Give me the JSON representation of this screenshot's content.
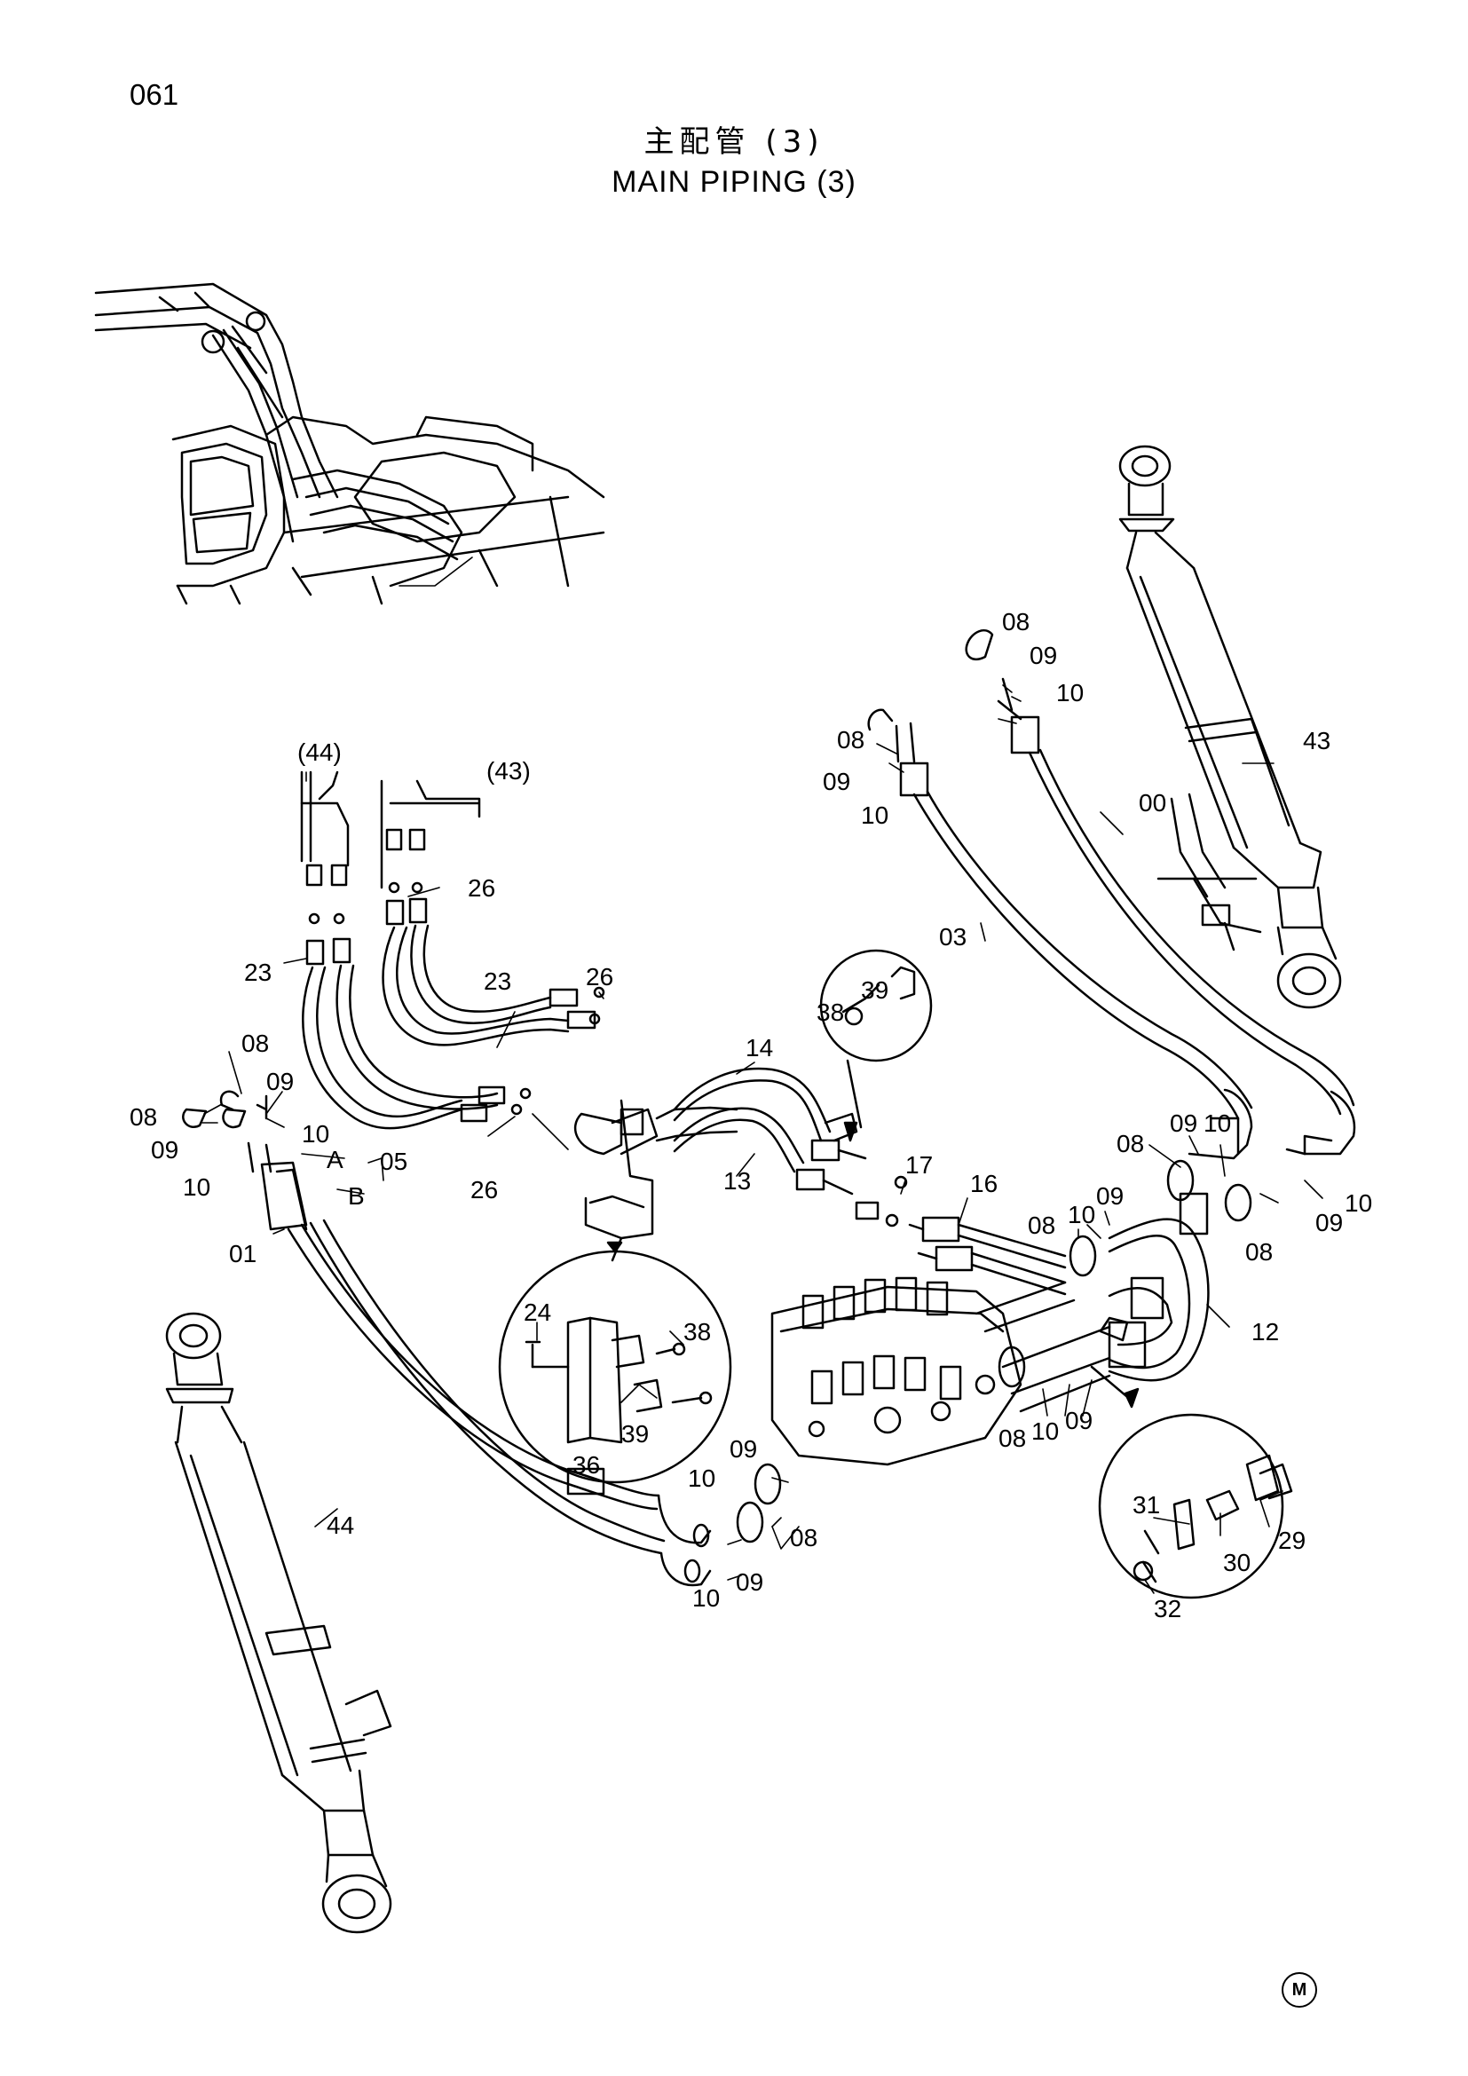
{
  "page_number": "061",
  "title_cn": "主配管 (3)",
  "title_en": "MAIN PIPING (3)",
  "watermark": "M",
  "part_labels": [
    {
      "id": "lbl-44-ref",
      "text": "(44)"
    },
    {
      "id": "lbl-43-ref",
      "text": "(43)"
    },
    {
      "id": "lbl-26-a",
      "text": "26"
    },
    {
      "id": "lbl-23-a",
      "text": "23"
    },
    {
      "id": "lbl-23-b",
      "text": "23"
    },
    {
      "id": "lbl-26-b",
      "text": "26"
    },
    {
      "id": "lbl-26-c",
      "text": "26"
    },
    {
      "id": "lbl-08-a",
      "text": "08"
    },
    {
      "id": "lbl-08-b",
      "text": "08"
    },
    {
      "id": "lbl-09-a",
      "text": "09"
    },
    {
      "id": "lbl-09-b",
      "text": "09"
    },
    {
      "id": "lbl-10-a",
      "text": "10"
    },
    {
      "id": "lbl-10-b",
      "text": "10"
    },
    {
      "id": "lbl-A",
      "text": "A"
    },
    {
      "id": "lbl-B",
      "text": "B"
    },
    {
      "id": "lbl-05",
      "text": "05"
    },
    {
      "id": "lbl-01",
      "text": "01"
    },
    {
      "id": "lbl-08-c",
      "text": "08"
    },
    {
      "id": "lbl-09-c",
      "text": "09"
    },
    {
      "id": "lbl-10-c",
      "text": "10"
    },
    {
      "id": "lbl-08-d",
      "text": "08"
    },
    {
      "id": "lbl-09-d",
      "text": "09"
    },
    {
      "id": "lbl-10-d",
      "text": "10"
    },
    {
      "id": "lbl-00",
      "text": "00"
    },
    {
      "id": "lbl-03",
      "text": "03"
    },
    {
      "id": "lbl-43",
      "text": "43"
    },
    {
      "id": "lbl-39-a",
      "text": "39"
    },
    {
      "id": "lbl-38-a",
      "text": "38"
    },
    {
      "id": "lbl-14",
      "text": "14"
    },
    {
      "id": "lbl-13",
      "text": "13"
    },
    {
      "id": "lbl-17",
      "text": "17"
    },
    {
      "id": "lbl-16",
      "text": "16"
    },
    {
      "id": "lbl-08-e",
      "text": "08"
    },
    {
      "id": "lbl-09-e",
      "text": "09"
    },
    {
      "id": "lbl-10-e",
      "text": "10"
    },
    {
      "id": "lbl-09-f",
      "text": "09"
    },
    {
      "id": "lbl-10-f",
      "text": "10"
    },
    {
      "id": "lbl-08-f",
      "text": "08"
    },
    {
      "id": "lbl-08-g",
      "text": "08"
    },
    {
      "id": "lbl-10-g",
      "text": "10"
    },
    {
      "id": "lbl-09-g",
      "text": "09"
    },
    {
      "id": "lbl-12",
      "text": "12"
    },
    {
      "id": "lbl-08-h",
      "text": "08"
    },
    {
      "id": "lbl-10-h",
      "text": "10"
    },
    {
      "id": "lbl-09-h",
      "text": "09"
    },
    {
      "id": "lbl-24",
      "text": "24"
    },
    {
      "id": "lbl-38-b",
      "text": "38"
    },
    {
      "id": "lbl-39-b",
      "text": "39"
    },
    {
      "id": "lbl-36",
      "text": "36"
    },
    {
      "id": "lbl-09-i",
      "text": "09"
    },
    {
      "id": "lbl-10-i",
      "text": "10"
    },
    {
      "id": "lbl-08-i",
      "text": "08"
    },
    {
      "id": "lbl-09-j",
      "text": "09"
    },
    {
      "id": "lbl-10-j",
      "text": "10"
    },
    {
      "id": "lbl-44",
      "text": "44"
    },
    {
      "id": "lbl-31",
      "text": "31"
    },
    {
      "id": "lbl-30",
      "text": "30"
    },
    {
      "id": "lbl-29",
      "text": "29"
    },
    {
      "id": "lbl-32",
      "text": "32"
    }
  ]
}
